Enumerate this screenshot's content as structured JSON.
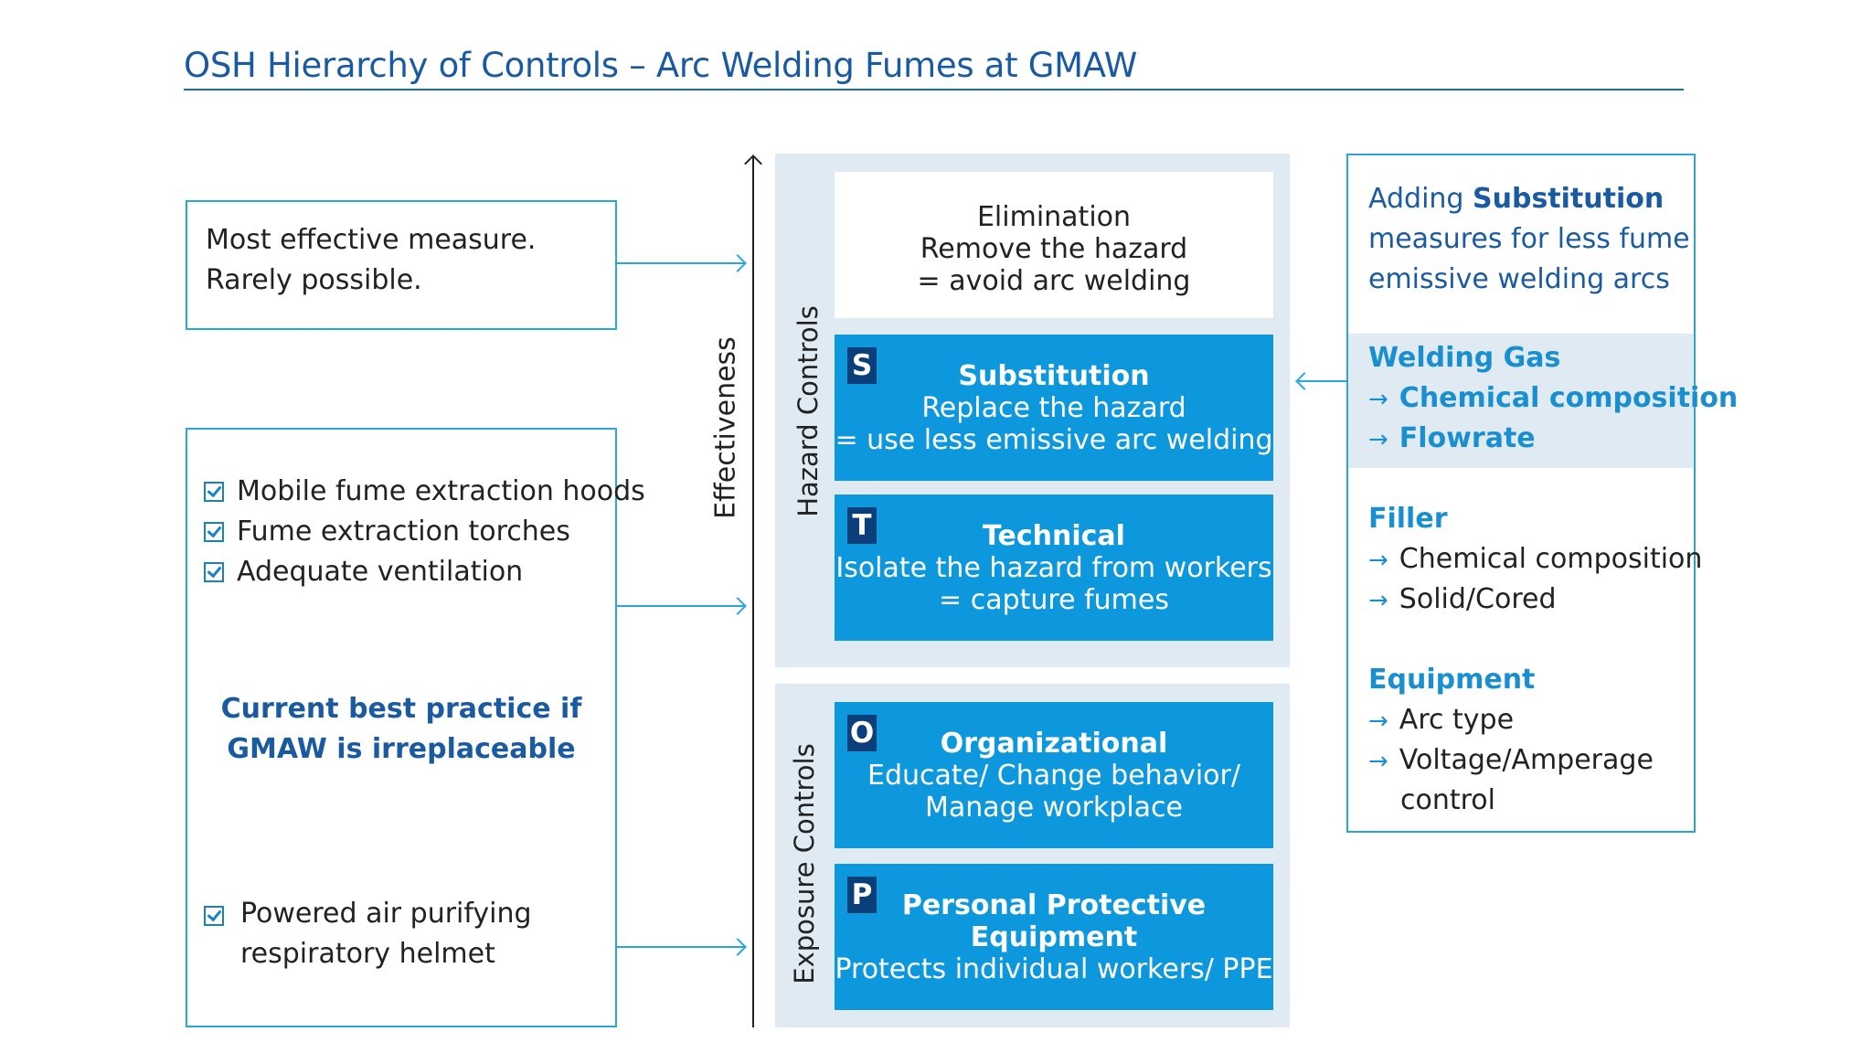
{
  "title": "OSH Hierarchy of Controls – Arc Welding Fumes at GMAW",
  "left_top": {
    "line1": "Most effective measure.",
    "line2": "Rarely possible."
  },
  "left_mid": {
    "checks": [
      "Mobile fume extraction hoods",
      "Fume extraction torches",
      "Adequate ventilation"
    ],
    "best_practice_line1": "Current best practice if",
    "best_practice_line2": "GMAW is irreplaceable",
    "helmet_check_line1": "Powered air purifying",
    "helmet_check_line2": "respiratory helmet"
  },
  "axis": {
    "label": "Effectiveness"
  },
  "groups": {
    "hazard": "Hazard Controls",
    "exposure": "Exposure Controls"
  },
  "controls": {
    "elimination": {
      "name": "Elimination",
      "desc1": "Remove the hazard",
      "desc2": "= avoid arc welding"
    },
    "substitution": {
      "badge": "S",
      "name": "Substitution",
      "desc1": "Replace the hazard",
      "desc2": "= use less emissive arc welding"
    },
    "technical": {
      "badge": "T",
      "name": "Technical",
      "desc1": "Isolate the hazard from workers",
      "desc2": "= capture fumes"
    },
    "organizational": {
      "badge": "O",
      "name": "Organizational",
      "desc1": "Educate/ Change behavior/",
      "desc2": "Manage workplace"
    },
    "ppe": {
      "badge": "P",
      "name1": "Personal Protective",
      "name2": "Equipment",
      "desc1": "Protects individual workers/ PPE"
    }
  },
  "right_box": {
    "intro_prefix": "Adding ",
    "intro_bold": "Substitution",
    "intro_line2": "measures for less fume",
    "intro_line3": "emissive welding arcs",
    "arrow_glyph": "→",
    "gas": {
      "heading": "Welding Gas",
      "items": [
        "Chemical composition",
        "Flowrate"
      ]
    },
    "filler": {
      "heading": "Filler",
      "items": [
        "Chemical composition",
        "Solid/Cored"
      ]
    },
    "equipment": {
      "heading": "Equipment",
      "items": [
        "Arc type",
        "Voltage/Amperage"
      ],
      "item_continuation": "control"
    }
  },
  "colors": {
    "accent_blue": "#0d97dc",
    "dark_badge": "#0b3f7a",
    "title_blue": "#1a5aa0",
    "panel_bg": "#dfeaf3",
    "border_blue": "#2aa6dc"
  }
}
